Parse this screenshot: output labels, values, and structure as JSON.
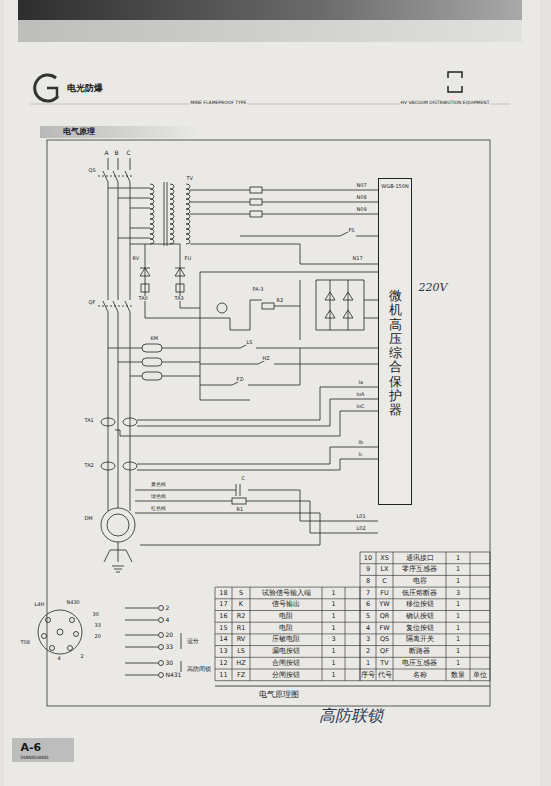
{
  "diagram": {
    "title": "电气原理",
    "caption": "电气原理图",
    "nodes": [
      {
        "text": [
          "WGB-150N",
          "微机高压综合保护器"
        ]
      }
    ],
    "labels": [
      "电光防爆",
      "MINE FLAMEPROOF TYPE",
      "HV VACUUM DISTRIBUTION EQUIPMENT",
      "A",
      "B",
      "C",
      "QS",
      "TV",
      "N07",
      "N08",
      "N09",
      "FS",
      "N17",
      "RV",
      "FU",
      "220V",
      "TA0",
      "TA3",
      "PA-3",
      "R2",
      "QF",
      "KM",
      "LS",
      "HZ",
      "FZ",
      "Ia",
      "IoA",
      "IoC",
      "TA1",
      "Ib",
      "Ic",
      "TA2",
      "黄色线",
      "C",
      "绿色线",
      "R1",
      "红色线",
      "DM",
      "L01",
      "L02",
      "L4H",
      "N430",
      "30",
      "33",
      "20",
      "T08",
      "2",
      "4",
      "2",
      "4",
      "20",
      "33",
      "运分",
      "30",
      "N431",
      "高防闭锁",
      "高防联锁",
      "A-6",
      "DIANGUANG",
      "10",
      "XS",
      "通讯接口",
      "1",
      "9",
      "LX",
      "零序互感器",
      "1",
      "8",
      "C",
      "电容",
      "1",
      "18",
      "S",
      "试验信号输入端",
      "1",
      "7",
      "FU",
      "低压熔断器",
      "3",
      "17",
      "K",
      "信号输出",
      "1",
      "6",
      "YW",
      "移位按钮",
      "1",
      "16",
      "R2",
      "电阻",
      "1",
      "5",
      "QR",
      "确认按钮",
      "1",
      "15",
      "R1",
      "电阻",
      "1",
      "4",
      "FW",
      "复位按钮",
      "1",
      "14",
      "RV",
      "压敏电阻",
      "3",
      "3",
      "QS",
      "隔离开关",
      "1",
      "13",
      "LS",
      "漏电按钮",
      "1",
      "2",
      "QF",
      "断路器",
      "1",
      "12",
      "HZ",
      "合闸按钮",
      "1",
      "1",
      "TV",
      "电压互感器",
      "1",
      "11",
      "FZ",
      "分闸按钮",
      "1",
      "序号",
      "代号",
      "名称",
      "数量",
      "单位"
    ]
  }
}
